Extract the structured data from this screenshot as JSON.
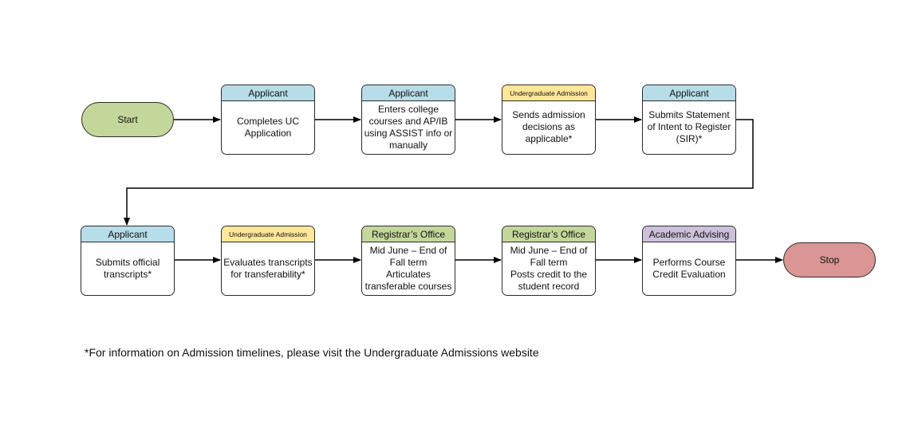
{
  "terminals": {
    "start": {
      "label": "Start",
      "color": "#c4d79b"
    },
    "stop": {
      "label": "Stop",
      "color": "#da9694"
    }
  },
  "header_colors": {
    "applicant": "#b7dde8",
    "undergraduate_admission": "#ffe699",
    "registrars_office": "#c4d79b",
    "academic_advising": "#ccc0da"
  },
  "steps": [
    {
      "header": "Applicant",
      "role": "applicant",
      "text": "Completes UC\nApplication"
    },
    {
      "header": "Applicant",
      "role": "applicant",
      "text": "Enters college\ncourses and AP/IB\nusing ASSIST info or\nmanually"
    },
    {
      "header": "Undergraduate Admission",
      "role": "undergraduate_admission",
      "text": "Sends admission\ndecisions as\napplicable*"
    },
    {
      "header": "Applicant",
      "role": "applicant",
      "text": "Submits Statement\nof Intent to Register\n(SIR)*"
    },
    {
      "header": "Applicant",
      "role": "applicant",
      "text": "Submits official\ntranscripts*"
    },
    {
      "header": "Undergraduate Admission",
      "role": "undergraduate_admission",
      "text": "Evaluates transcripts\nfor transferability*"
    },
    {
      "header": "Registrar’s Office",
      "role": "registrars_office",
      "text": "Mid June – End of\nFall term\nArticulates\ntransferable courses"
    },
    {
      "header": "Registrar’s Office",
      "role": "registrars_office",
      "text": "Mid June – End of\nFall term\nPosts credit to the\nstudent record"
    },
    {
      "header": "Academic Advising",
      "role": "academic_advising",
      "text": "Performs Course\nCredit Evaluation"
    }
  ],
  "footnote": "*For information on Admission timelines, please visit the Undergraduate Admissions website"
}
